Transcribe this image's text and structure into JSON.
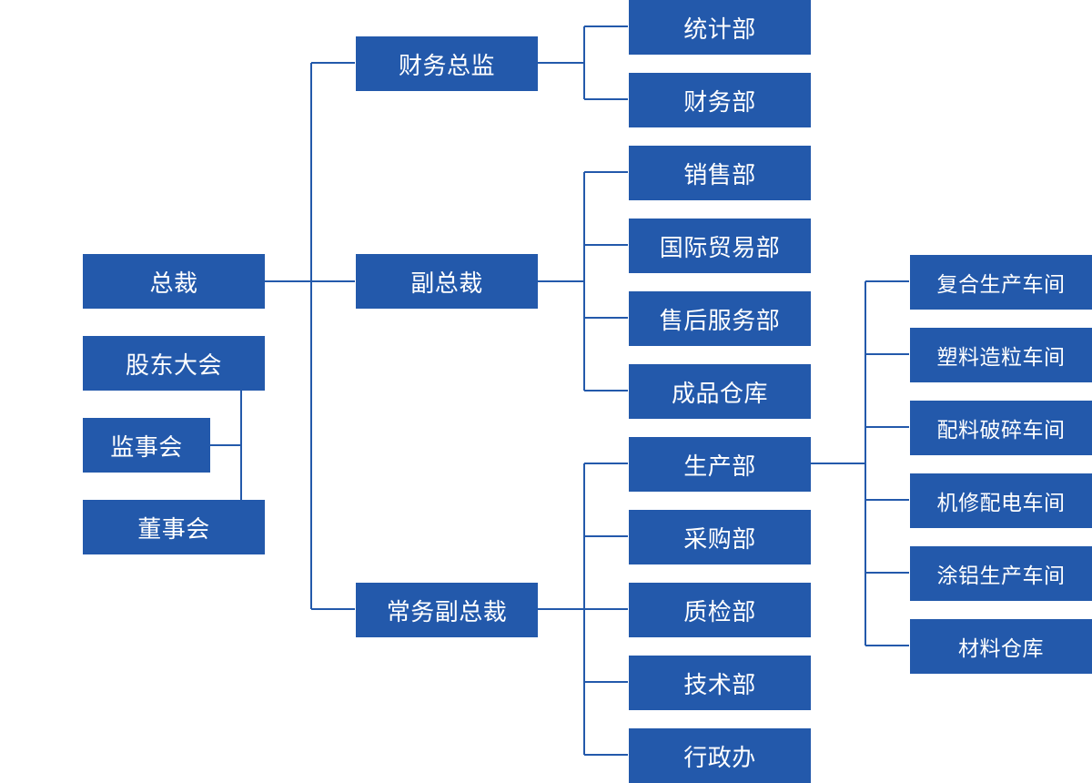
{
  "colors": {
    "box_fill": "#2359ab",
    "connector": "#2359ab",
    "text": "#ffffff"
  },
  "nodes": {
    "president": "总裁",
    "shareholders_meeting": "股东大会",
    "supervisory_board": "监事会",
    "board_of_directors": "董事会",
    "finance_director": "财务总监",
    "vice_president": "副总裁",
    "executive_vice_president": "常务副总裁",
    "statistics_dept": "统计部",
    "finance_dept": "财务部",
    "sales_dept": "销售部",
    "international_trade_dept": "国际贸易部",
    "after_sales_dept": "售后服务部",
    "finished_goods_warehouse": "成品仓库",
    "production_dept": "生产部",
    "purchasing_dept": "采购部",
    "quality_dept": "质检部",
    "technical_dept": "技术部",
    "admin_office": "行政办",
    "composite_workshop": "复合生产车间",
    "plastic_granulation_workshop": "塑料造粒车间",
    "material_crushing_workshop": "配料破碎车间",
    "machine_electrical_workshop": "机修配电车间",
    "aluminum_coating_workshop": "涂铝生产车间",
    "material_warehouse": "材料仓库"
  }
}
